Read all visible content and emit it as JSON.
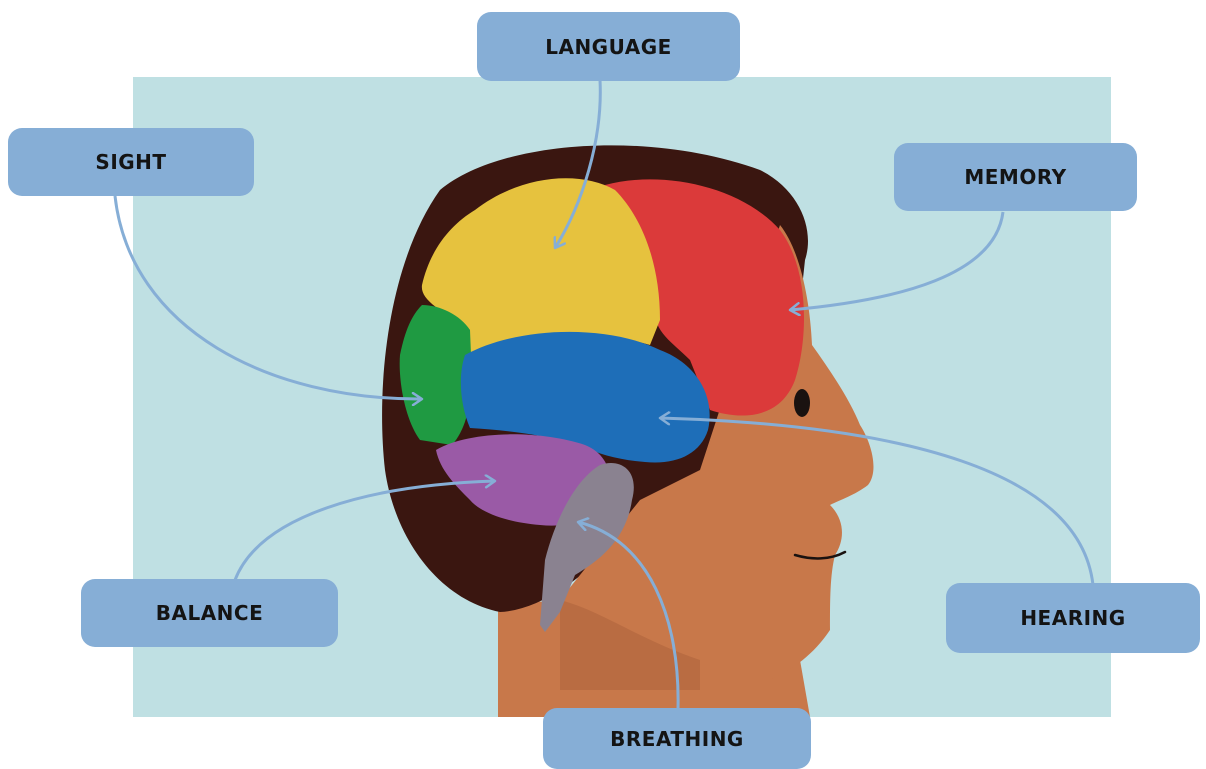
{
  "labels": {
    "language": "LANGUAGE",
    "sight": "SIGHT",
    "memory": "MEMORY",
    "balance": "BALANCE",
    "hearing": "HEARING",
    "breathing": "BREATHING"
  },
  "colors": {
    "background_panel": "#bfe0e3",
    "label_box": "#86aed6",
    "connector": "#86aed6",
    "skin": "#c8784a",
    "hair": "#3a1610",
    "frontal_lobe_memory": "#db3a3a",
    "parietal_lobe_language": "#e6c23e",
    "occipital_lobe_sight": "#1f9a42",
    "temporal_lobe_hearing": "#1e6eb8",
    "cerebellum_balance": "#9a5aa6",
    "brain_stem_breathing": "#8a8290"
  }
}
